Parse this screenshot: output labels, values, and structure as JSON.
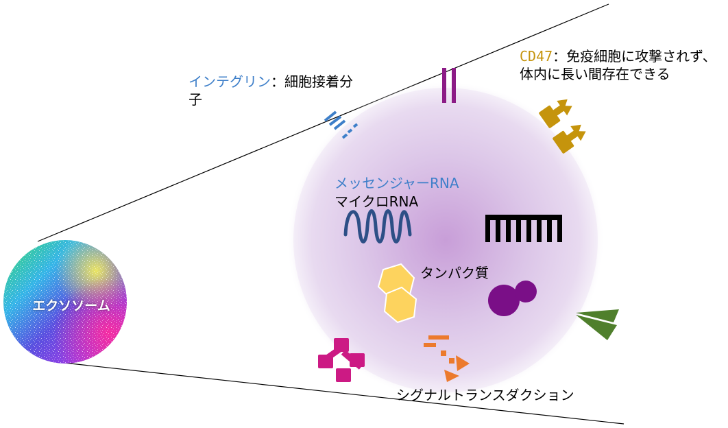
{
  "labels": {
    "exosome": "エクソソーム",
    "integrin_name": "インテグリン",
    "integrin_desc_line1": "：細胞接着分",
    "integrin_desc_line2": "子",
    "cd47_name": "CD47",
    "cd47_desc_line1": "：免疫細胞に攻撃されず、",
    "cd47_desc_line2": "体内に長い間存在できる",
    "mrna": "メッセンジャーRNA",
    "microrna": "マイクロRNA",
    "protein": "タンパク質",
    "signal": "シグナルトランスダクション"
  },
  "colors": {
    "integrin": "#3e7fc9",
    "cd47": "#c5940c",
    "membrane_protein": "#8c1b86",
    "mrna_wave": "#2d4f86",
    "microrna_comb": "#000000",
    "protein_hexagon": "#fdd35e",
    "protein_purple": "#7a0f87",
    "signal": "#ec7a2d",
    "magenta_receptor": "#cc1a84",
    "green_wedge": "#4f7f2c",
    "vesicle_center": "#c79ed6",
    "vesicle_edge": "#eee4f4"
  },
  "icons": [
    "integrin-icon",
    "membrane-protein-icon",
    "cd47-icon",
    "mrna-wave-icon",
    "microrna-comb-icon",
    "protein-hexagon-icon",
    "protein-sphere-icon",
    "green-wedge-icon",
    "magenta-receptor-icon",
    "signal-icon"
  ]
}
